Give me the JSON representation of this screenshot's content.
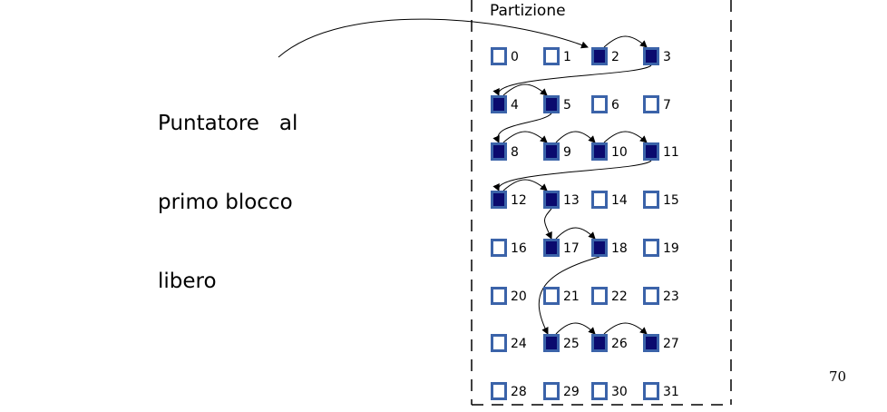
{
  "pointer_label": [
    "Puntatore   al",
    "primo blocco",
    "libero"
  ],
  "partition_title": "Partizione",
  "page_number": "70",
  "colors": {
    "block_border": "#3b63a9",
    "block_used": "#0a0a6e",
    "block_free": "#ffffff",
    "arrow": "#000000"
  },
  "grid": {
    "columns": 4,
    "rows": 8
  },
  "blocks": [
    {
      "label": "0",
      "used": false
    },
    {
      "label": "1",
      "used": false
    },
    {
      "label": "2",
      "used": true
    },
    {
      "label": "3",
      "used": true
    },
    {
      "label": "4",
      "used": true
    },
    {
      "label": "5",
      "used": true
    },
    {
      "label": "6",
      "used": false
    },
    {
      "label": "7",
      "used": false
    },
    {
      "label": "8",
      "used": true
    },
    {
      "label": "9",
      "used": true
    },
    {
      "label": "10",
      "used": true
    },
    {
      "label": "11",
      "used": true
    },
    {
      "label": "12",
      "used": true
    },
    {
      "label": "13",
      "used": true
    },
    {
      "label": "14",
      "used": false
    },
    {
      "label": "15",
      "used": false
    },
    {
      "label": "16",
      "used": false
    },
    {
      "label": "17",
      "used": true
    },
    {
      "label": "18",
      "used": true
    },
    {
      "label": "19",
      "used": false
    },
    {
      "label": "20",
      "used": false
    },
    {
      "label": "21",
      "used": false
    },
    {
      "label": "22",
      "used": false
    },
    {
      "label": "23",
      "used": false
    },
    {
      "label": "24",
      "used": false
    },
    {
      "label": "25",
      "used": true
    },
    {
      "label": "26",
      "used": true
    },
    {
      "label": "27",
      "used": true
    },
    {
      "label": "28",
      "used": false
    },
    {
      "label": "29",
      "used": false
    },
    {
      "label": "30",
      "used": false
    },
    {
      "label": "31",
      "used": false
    }
  ],
  "free_list": [
    2,
    3,
    4,
    5,
    8,
    9,
    10,
    11,
    12,
    13,
    17,
    18,
    25,
    26,
    27
  ]
}
